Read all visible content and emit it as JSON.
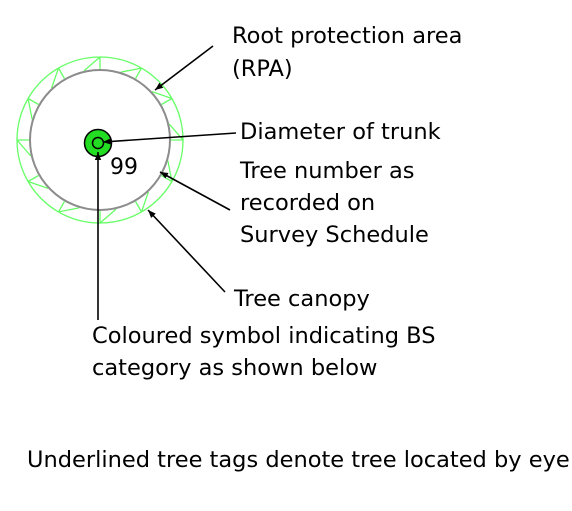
{
  "legend": {
    "rpa": [
      "Root protection area",
      "(RPA)"
    ],
    "trunk": "Diameter of trunk",
    "tree_number": [
      "Tree number as",
      "recorded on",
      "Survey Schedule"
    ],
    "canopy": "Tree canopy",
    "symbol": [
      "Coloured symbol indicating BS",
      "category as shown below"
    ],
    "tag_number": "99",
    "footnote": "Underlined tree tags denote tree located by eye"
  },
  "colors": {
    "canopy_outline": "#66ff66",
    "rpa_circle": "#8c8c8c",
    "category_symbol": "#22dd22",
    "leader_lines": "#000000"
  }
}
